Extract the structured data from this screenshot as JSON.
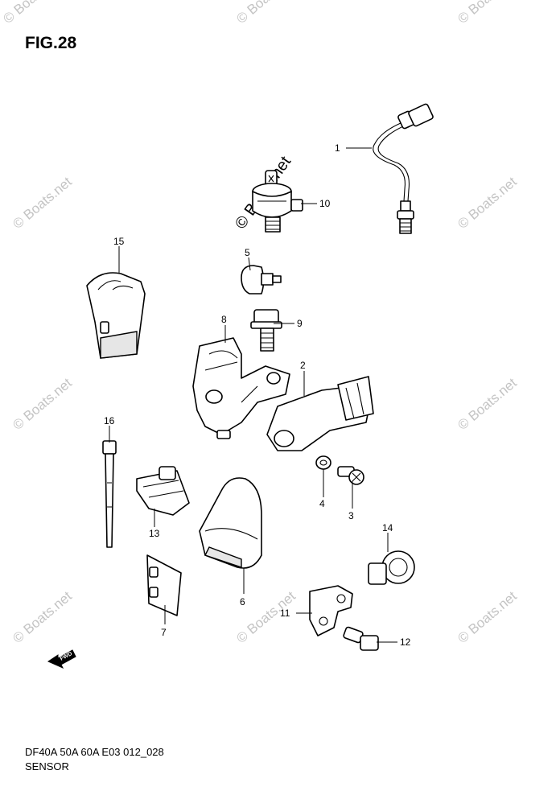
{
  "figure": {
    "title": "FIG.28",
    "code": "DF40A 50A 60A E03 012_028",
    "name": "SENSOR"
  },
  "watermark": "© Boats.net",
  "fwd_label": "FWD",
  "callouts": [
    "1",
    "2",
    "3",
    "4",
    "5",
    "6",
    "7",
    "8",
    "9",
    "10",
    "11",
    "12",
    "13",
    "14",
    "15",
    "16"
  ]
}
